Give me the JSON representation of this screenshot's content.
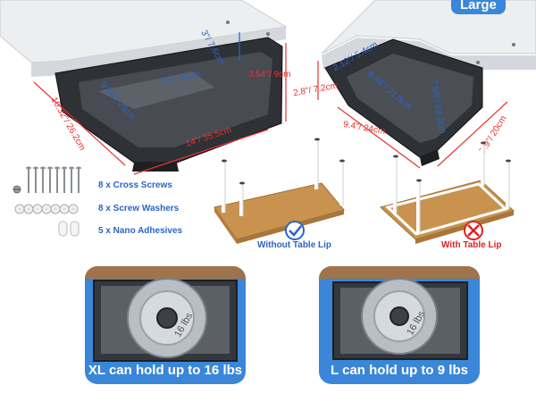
{
  "badge": {
    "text": "Large"
  },
  "xl_dims": {
    "height_small": "3\"/ 7.6cm",
    "inner_length": "13\"/ 33cm",
    "inner_width": "9.84\"/ 25cm",
    "depth": "3.54\"/ 9cm",
    "outer_width": "10.32\"/ 26.2cm",
    "outer_length": "14\"/ 35.5cm"
  },
  "l_dims": {
    "height_small": "2.12\"/ 5.4cm",
    "depth": "2.8\"/ 7.2cm",
    "inner_width": "8.46\"/ 21.5cm",
    "inner_length": "7.55\"/ 19.2cm",
    "outer_width": "9.4\"/ 24cm",
    "outer_length": "7.9\"/ 20cm"
  },
  "accessories": [
    {
      "icon": "screw-icon",
      "label": "8 x Cross Screws"
    },
    {
      "icon": "washer-icon",
      "label": "8 x Screw Washers"
    },
    {
      "icon": "adhesive-icon",
      "label": "5 x Nano Adhesives"
    }
  ],
  "table_lip": {
    "without": "Without Table Lip",
    "with": "With Table Lip"
  },
  "capacity": {
    "xl": "XL can hold up to 16 lbs",
    "l": "L can hold up to 9 lbs"
  },
  "weight_plate_text": "16 lbs",
  "weight_plate_text_l": "16 lbs",
  "colors": {
    "accent_blue": "#3a86d8",
    "dimension_red": "#e8312e",
    "check_blue": "#2b64c6",
    "cross_red": "#e02020",
    "wood": "#c9934f"
  }
}
